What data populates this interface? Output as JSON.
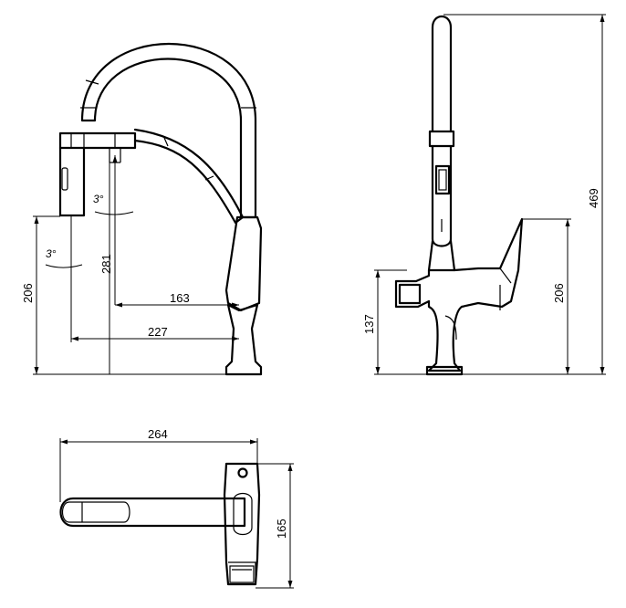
{
  "dimensions": {
    "front_height_206": "206",
    "front_height_281": "281",
    "front_reach_163": "163",
    "front_reach_227": "227",
    "side_height_469": "469",
    "side_height_206": "206",
    "side_height_137": "137",
    "top_width_264": "264",
    "top_depth_165": "165"
  },
  "angles": {
    "spray_angle_upper": "3°",
    "spray_angle_lower": "3°"
  },
  "colors": {
    "line": "#000000",
    "background": "#ffffff"
  }
}
